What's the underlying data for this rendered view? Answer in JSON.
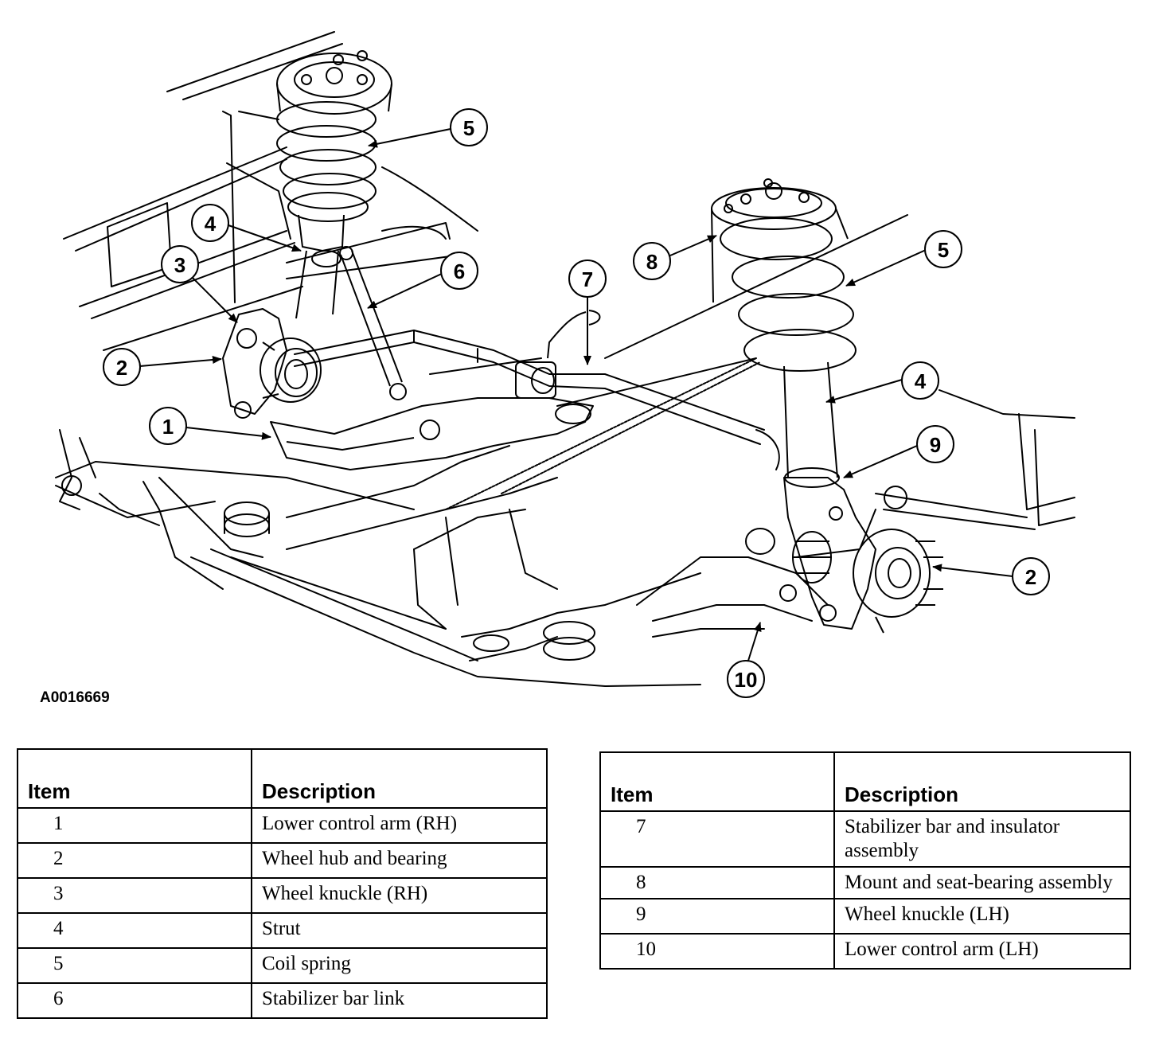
{
  "figure_id": "A0016669",
  "callouts": [
    {
      "label": "5"
    },
    {
      "label": "4"
    },
    {
      "label": "3"
    },
    {
      "label": "6"
    },
    {
      "label": "7"
    },
    {
      "label": "2"
    },
    {
      "label": "1"
    },
    {
      "label": "8"
    },
    {
      "label": "5"
    },
    {
      "label": "4"
    },
    {
      "label": "9"
    },
    {
      "label": "2"
    },
    {
      "label": "10"
    }
  ],
  "legend": {
    "header_item": "Item",
    "header_description": "Description",
    "left_rows": [
      {
        "item": "1",
        "description": "Lower control arm (RH)"
      },
      {
        "item": "2",
        "description": "Wheel hub and bearing"
      },
      {
        "item": "3",
        "description": "Wheel knuckle (RH)"
      },
      {
        "item": "4",
        "description": "Strut"
      },
      {
        "item": "5",
        "description": "Coil spring"
      },
      {
        "item": "6",
        "description": "Stabilizer bar link"
      }
    ],
    "right_rows": [
      {
        "item": "7",
        "description": "Stabilizer bar and insulator assembly"
      },
      {
        "item": "8",
        "description": "Mount and seat-bearing assembly"
      },
      {
        "item": "9",
        "description": "Wheel knuckle (LH)"
      },
      {
        "item": "10",
        "description": "Lower control arm (LH)"
      }
    ]
  }
}
